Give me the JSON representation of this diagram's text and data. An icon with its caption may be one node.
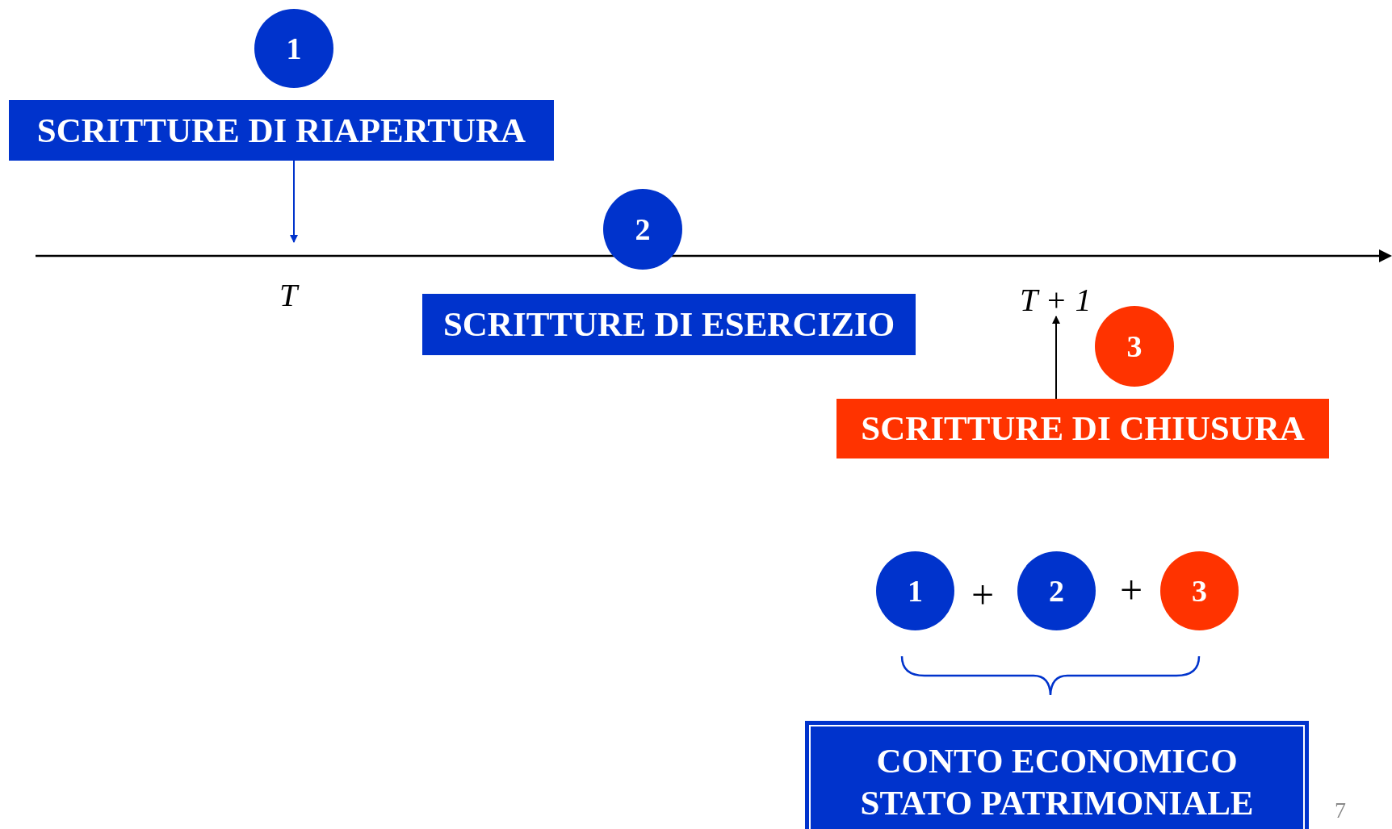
{
  "diagram": {
    "nodes": [
      {
        "text": [
          "1"
        ]
      },
      {
        "text": [
          "SCRITTURE DI RIAPERTURA"
        ]
      },
      {
        "text": [
          "2"
        ]
      },
      {
        "text": [
          "SCRITTURE DI ESERCIZIO"
        ]
      },
      {
        "text": [
          "3"
        ]
      },
      {
        "text": [
          "SCRITTURE DI CHIUSURA"
        ]
      },
      {
        "text": [
          "1"
        ]
      },
      {
        "text": [
          "2"
        ]
      },
      {
        "text": [
          "3"
        ]
      },
      {
        "text": [
          "CONTO ECONOMICO",
          "STATO PATRIMONIALE"
        ]
      },
      {
        "text": [
          "T + 1"
        ]
      }
    ],
    "edges": [
      {
        "from": 1,
        "to": null,
        "arrow": "to",
        "color": "#0033cc"
      },
      {
        "from": 5,
        "to": 10,
        "arrow": "to",
        "color": "#000000"
      }
    ],
    "labels": [
      "T",
      "+",
      "+",
      "7"
    ]
  }
}
